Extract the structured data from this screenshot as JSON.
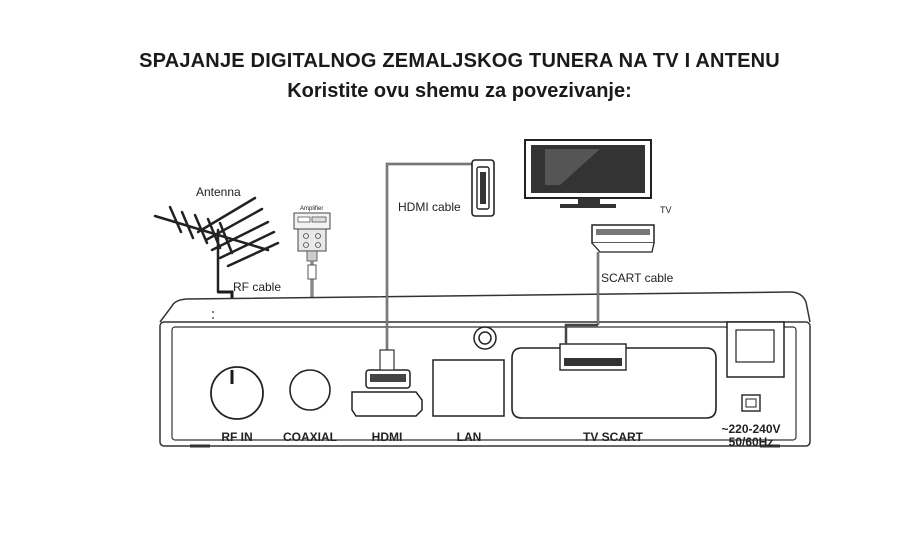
{
  "header": {
    "title": "SPAJANJE DIGITALNOG ZEMALJSKOG TUNERA NA TV I ANTENU",
    "subtitle": "Koristite ovu shemu za povezivanje:"
  },
  "devices": {
    "antenna": "Antenna",
    "amplifier": "Amplifier",
    "tv": "TV"
  },
  "cables": {
    "rf": "RF cable",
    "hdmi": "HDMI cable",
    "scart": "SCART cable"
  },
  "ports": {
    "rf_in": "RF IN",
    "coaxial": "COAXIAL",
    "hdmi": "HDMI",
    "lan": "LAN",
    "tv_scart": "TV SCART",
    "power_line1": "~220-240V",
    "power_line2": "50/60Hz"
  }
}
